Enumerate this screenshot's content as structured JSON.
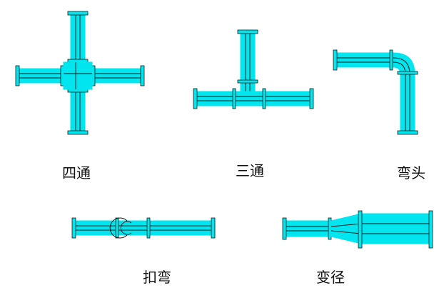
{
  "fittings": [
    {
      "id": "cross",
      "label": "四通"
    },
    {
      "id": "tee",
      "label": "三通"
    },
    {
      "id": "elbow",
      "label": "弯头"
    },
    {
      "id": "bypass",
      "label": "扣弯"
    },
    {
      "id": "reducer",
      "label": "变径"
    }
  ],
  "colors": {
    "pipe": "#00e5ee",
    "line": "#1a1a1a",
    "background": "#ffffff"
  }
}
